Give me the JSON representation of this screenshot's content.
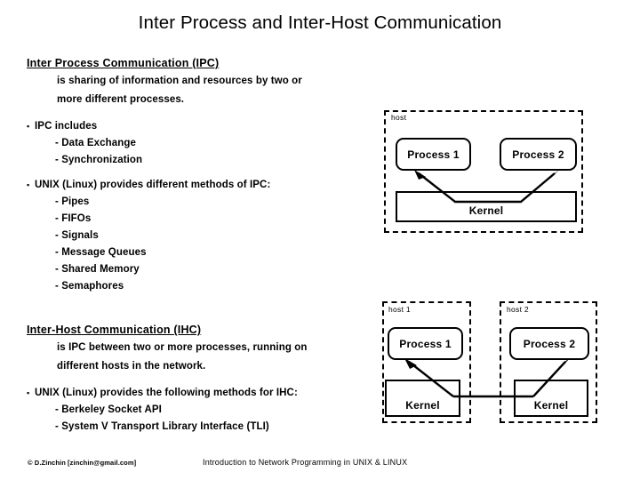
{
  "slide": {
    "title": "Inter Process and Inter-Host Communication"
  },
  "ipc_section": {
    "heading": "Inter Process Communication (IPC)",
    "definition_line1": "is sharing of information and resources by two or",
    "definition_line2": "more different processes.",
    "bullet_includes": "IPC includes",
    "includes_items": [
      "- Data Exchange",
      "- Synchronization"
    ],
    "bullet_methods": "UNIX (Linux) provides different methods of IPC:",
    "methods_items": [
      "- Pipes",
      "- FIFOs",
      "- Signals",
      "- Message Queues",
      "- Shared Memory",
      "- Semaphores"
    ],
    "bullet_mark": "▪"
  },
  "ihc_section": {
    "heading": "Inter-Host Communication (IHC)",
    "definition_line1": "is IPC between two or more processes, running on",
    "definition_line2": "different hosts in the network.",
    "bullet_methods": "UNIX (Linux) provides the following methods for IHC:",
    "methods_items": [
      "- Berkeley Socket API",
      "- System V Transport Library Interface (TLI)"
    ],
    "bullet_mark": "▪"
  },
  "ipc_diagram": {
    "host_label": "host",
    "process1_label": "Process 1",
    "process2_label": "Process 2",
    "kernel_label": "Kernel"
  },
  "ihc_diagram": {
    "host1_label": "host 1",
    "host2_label": "host 2",
    "process1_label": "Process 1",
    "process2_label": "Process 2",
    "kernel1_label": "Kernel",
    "kernel2_label": "Kernel"
  },
  "footer": {
    "copyright": "© D.Zinchin [zinchin@gmail.com]",
    "course": "Introduction to Network Programming in UNIX & LINUX"
  },
  "colors": {
    "background": "#ffffff",
    "ink": "#000000"
  }
}
